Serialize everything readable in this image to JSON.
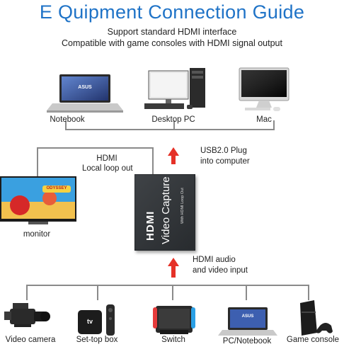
{
  "header": {
    "title": "E Quipment Connection Guide",
    "subtitle_lines": [
      "Support standard HDMI interface",
      "Compatible with game consoles with HDMI signal output"
    ]
  },
  "outputs": [
    {
      "label": "Notebook",
      "icon": "laptop-icon",
      "screen_text": "ASUS"
    },
    {
      "label": "Desktop PC",
      "icon": "desktop-pc-icon"
    },
    {
      "label": "Mac",
      "icon": "imac-icon"
    }
  ],
  "connections": {
    "hdmi_loop_lines": [
      "HDMI",
      "Local loop out"
    ],
    "usb_lines": [
      "USB2.0 Plug",
      "into computer"
    ],
    "input_lines": [
      "HDMI audio",
      "and video input"
    ]
  },
  "monitor": {
    "label": "monitor",
    "icon": "monitor-icon",
    "screen_text": "ODYSSEY"
  },
  "device": {
    "logo": "HDMI",
    "name": "Video Capture",
    "small_text": "With HDMI Loop Out"
  },
  "inputs": [
    {
      "label": "Video camera",
      "icon": "video-camera-icon"
    },
    {
      "label": "Set-top box",
      "icon": "set-top-box-icon",
      "screen_text": "tv"
    },
    {
      "label": "Switch",
      "icon": "game-switch-icon"
    },
    {
      "label": "PC/Notebook",
      "icon": "pc-notebook-icon",
      "screen_text": "ASUS"
    },
    {
      "label": "Game console",
      "icon": "game-console-icon"
    }
  ],
  "colors": {
    "title": "#1f73c7",
    "arrow": "#e53127",
    "line": "#8a8a8a",
    "device": "#2f3337"
  }
}
